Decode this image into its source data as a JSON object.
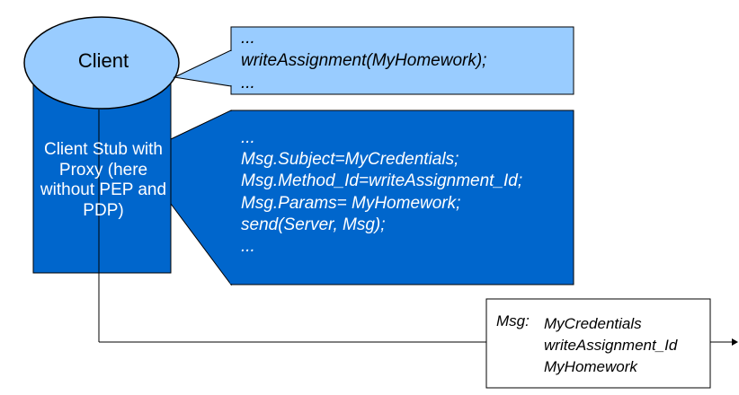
{
  "client": {
    "label": "Client"
  },
  "stub": {
    "label": "Client Stub with Proxy (here without PEP and PDP)"
  },
  "call_box": {
    "lines": [
      "...",
      "writeAssignment(MyHomework);",
      "..."
    ]
  },
  "stub_box": {
    "lines": [
      "...",
      "Msg.Subject=MyCredentials;",
      "Msg.Method_Id=writeAssignment_Id;",
      "Msg.Params= MyHomework;",
      "send(Server, Msg);",
      "..."
    ]
  },
  "message": {
    "key": "Msg:",
    "values": [
      "MyCredentials",
      "writeAssignment_Id",
      "MyHomework"
    ]
  },
  "colors": {
    "client_fill": "#99ccff",
    "stub_fill": "#0066cc",
    "call_box_fill": "#99ccff",
    "outline": "#000000"
  }
}
